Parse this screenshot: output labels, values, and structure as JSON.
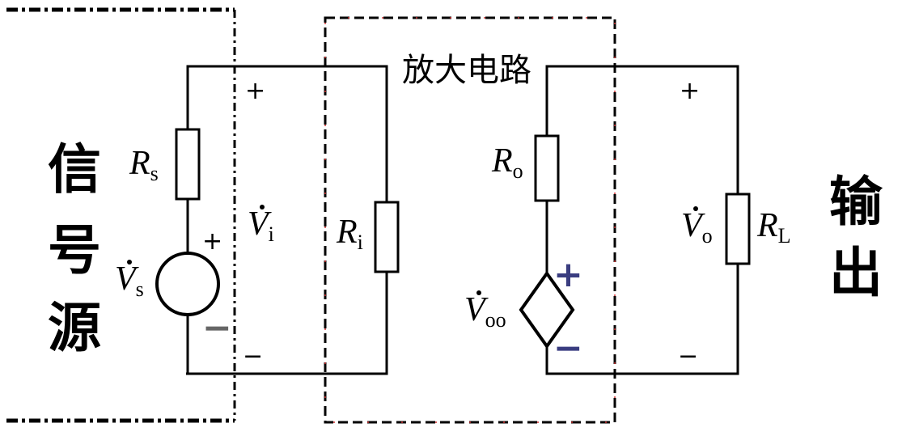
{
  "labels": {
    "signal_source": [
      "信",
      "号",
      "源"
    ],
    "amplifier": "放大电路",
    "output": [
      "输",
      "出"
    ],
    "rs": {
      "main": "R",
      "sub": "s"
    },
    "vs": {
      "main": "V",
      "sub": "s"
    },
    "vi": {
      "main": "V",
      "sub": "i"
    },
    "ri": {
      "main": "R",
      "sub": "i"
    },
    "ro": {
      "main": "R",
      "sub": "o"
    },
    "voo": {
      "main": "V",
      "sub": "oo"
    },
    "vo": {
      "main": "V",
      "sub": "o"
    },
    "rl": {
      "main": "R",
      "sub": "L"
    },
    "plus": "+",
    "minus": "−"
  },
  "colors": {
    "wire": "#000000",
    "source_sign": "#666666",
    "dependent_sign": "#3a3d80",
    "amp_dash_accent": "#d23232"
  }
}
